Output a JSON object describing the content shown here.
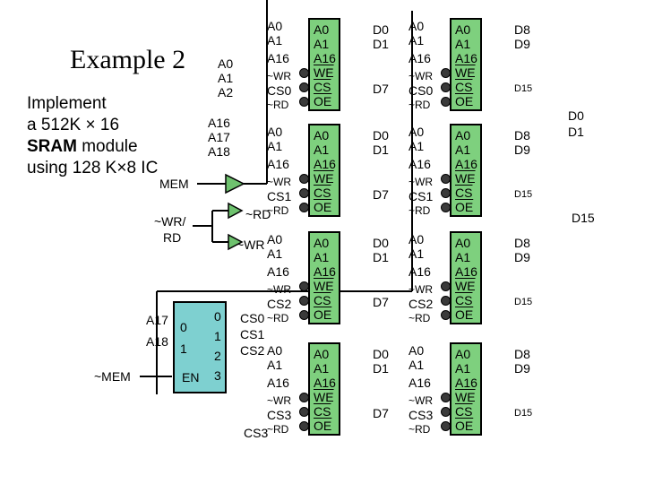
{
  "title": "Example 2",
  "description": {
    "line1": "Implement",
    "line2a": " a 512K × 16",
    "line3_bold": "SRAM",
    "line3_rest": " module",
    "line4": "using 128 K×8 IC"
  },
  "signals": {
    "addr_low": [
      "A0",
      "A1",
      "A2"
    ],
    "addr_high": [
      "A16",
      "A17",
      "A18"
    ],
    "mem": "MEM",
    "wr_rd": [
      "~WR/",
      "RD"
    ],
    "not_rd": "~RD",
    "not_wr": "~WR",
    "not_mem": "~MEM"
  },
  "decoder": {
    "inputs": [
      "A17",
      "A18"
    ],
    "input_indices": [
      "0",
      "1"
    ],
    "enable": "EN",
    "outputs": [
      "0",
      "1",
      "2",
      "3"
    ],
    "output_signals": [
      "CS0",
      "CS1",
      "CS2",
      "CS3"
    ]
  },
  "chip_pins": [
    "A0",
    "A1",
    "A16",
    "WE",
    "CS",
    "OE"
  ],
  "chip_row_inputs": {
    "address": [
      "A0",
      "A1",
      "A16"
    ],
    "wr": "~WR",
    "rd": "~RD"
  },
  "rows": [
    {
      "cs": "CS0",
      "data_left": [
        "D0",
        "D1",
        "D7"
      ],
      "data_right": [
        "D8",
        "D9",
        "D15"
      ]
    },
    {
      "cs": "CS1",
      "data_left": [
        "D0",
        "D1",
        "D7"
      ],
      "data_right": [
        "D8",
        "D9",
        "D15"
      ]
    },
    {
      "cs": "CS2",
      "data_left": [
        "D0",
        "D1",
        "D7"
      ],
      "data_right": [
        "D8",
        "D9",
        "D15"
      ]
    },
    {
      "cs": "CS3",
      "data_left": [
        "D0",
        "D1",
        "D7"
      ],
      "data_right": [
        "D8",
        "D9",
        "D15"
      ]
    }
  ],
  "bus_labels": [
    "D0",
    "D1",
    "D15"
  ],
  "colors": {
    "chip": "#7ed07e",
    "decoder": "#7ed0d0",
    "buffer": "#6ec26e"
  }
}
